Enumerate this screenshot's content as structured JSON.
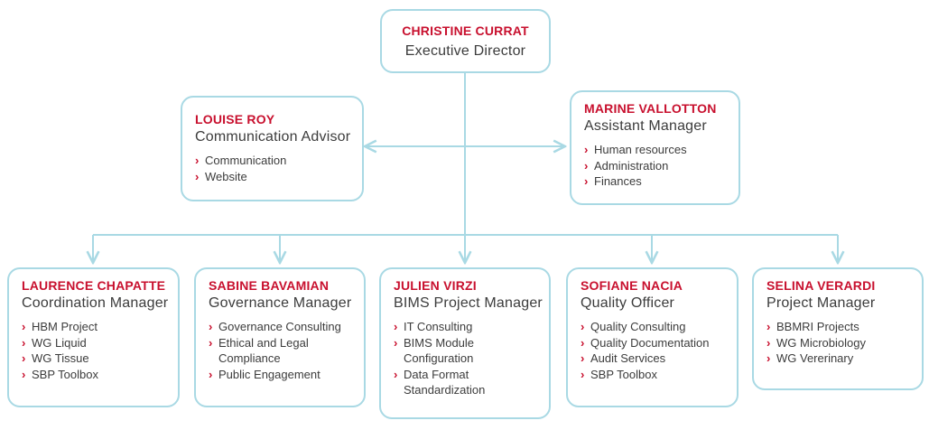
{
  "director": {
    "name": "CHRISTINE CURRAT",
    "role": "Executive Director"
  },
  "advisor": {
    "name": "LOUISE ROY",
    "role": "Communication Advisor",
    "items": [
      "Communication",
      "Website"
    ]
  },
  "assistant": {
    "name": "MARINE VALLOTTON",
    "role": "Assistant Manager",
    "items": [
      "Human resources",
      "Administration",
      "Finances"
    ]
  },
  "managers": [
    {
      "name": "LAURENCE CHAPATTE",
      "role": "Coordination Manager",
      "items": [
        "HBM Project",
        "WG Liquid",
        "WG Tissue",
        "SBP Toolbox"
      ]
    },
    {
      "name": "SABINE BAVAMIAN",
      "role": "Governance Manager",
      "items": [
        "Governance Consulting",
        "Ethical and Legal\nCompliance",
        "Public Engagement"
      ]
    },
    {
      "name": "JULIEN VIRZI",
      "role": "BIMS Project Manager",
      "items": [
        "IT Consulting",
        "BIMS Module\nConfiguration",
        "Data Format\nStandardization"
      ]
    },
    {
      "name": "SOFIANE NACIA",
      "role": "Quality Officer",
      "items": [
        "Quality Consulting",
        "Quality Documentation",
        "Audit Services",
        "SBP Toolbox"
      ]
    },
    {
      "name": "SELINA VERARDI",
      "role": "Project Manager",
      "items": [
        "BBMRI Projects",
        "WG Microbiology",
        "WG Vererinary"
      ]
    }
  ],
  "colors": {
    "accent": "#c8102e",
    "connector": "#a9d9e4",
    "text": "#3c3c3c"
  },
  "icons": {
    "bullet": "chevron-right-icon"
  }
}
